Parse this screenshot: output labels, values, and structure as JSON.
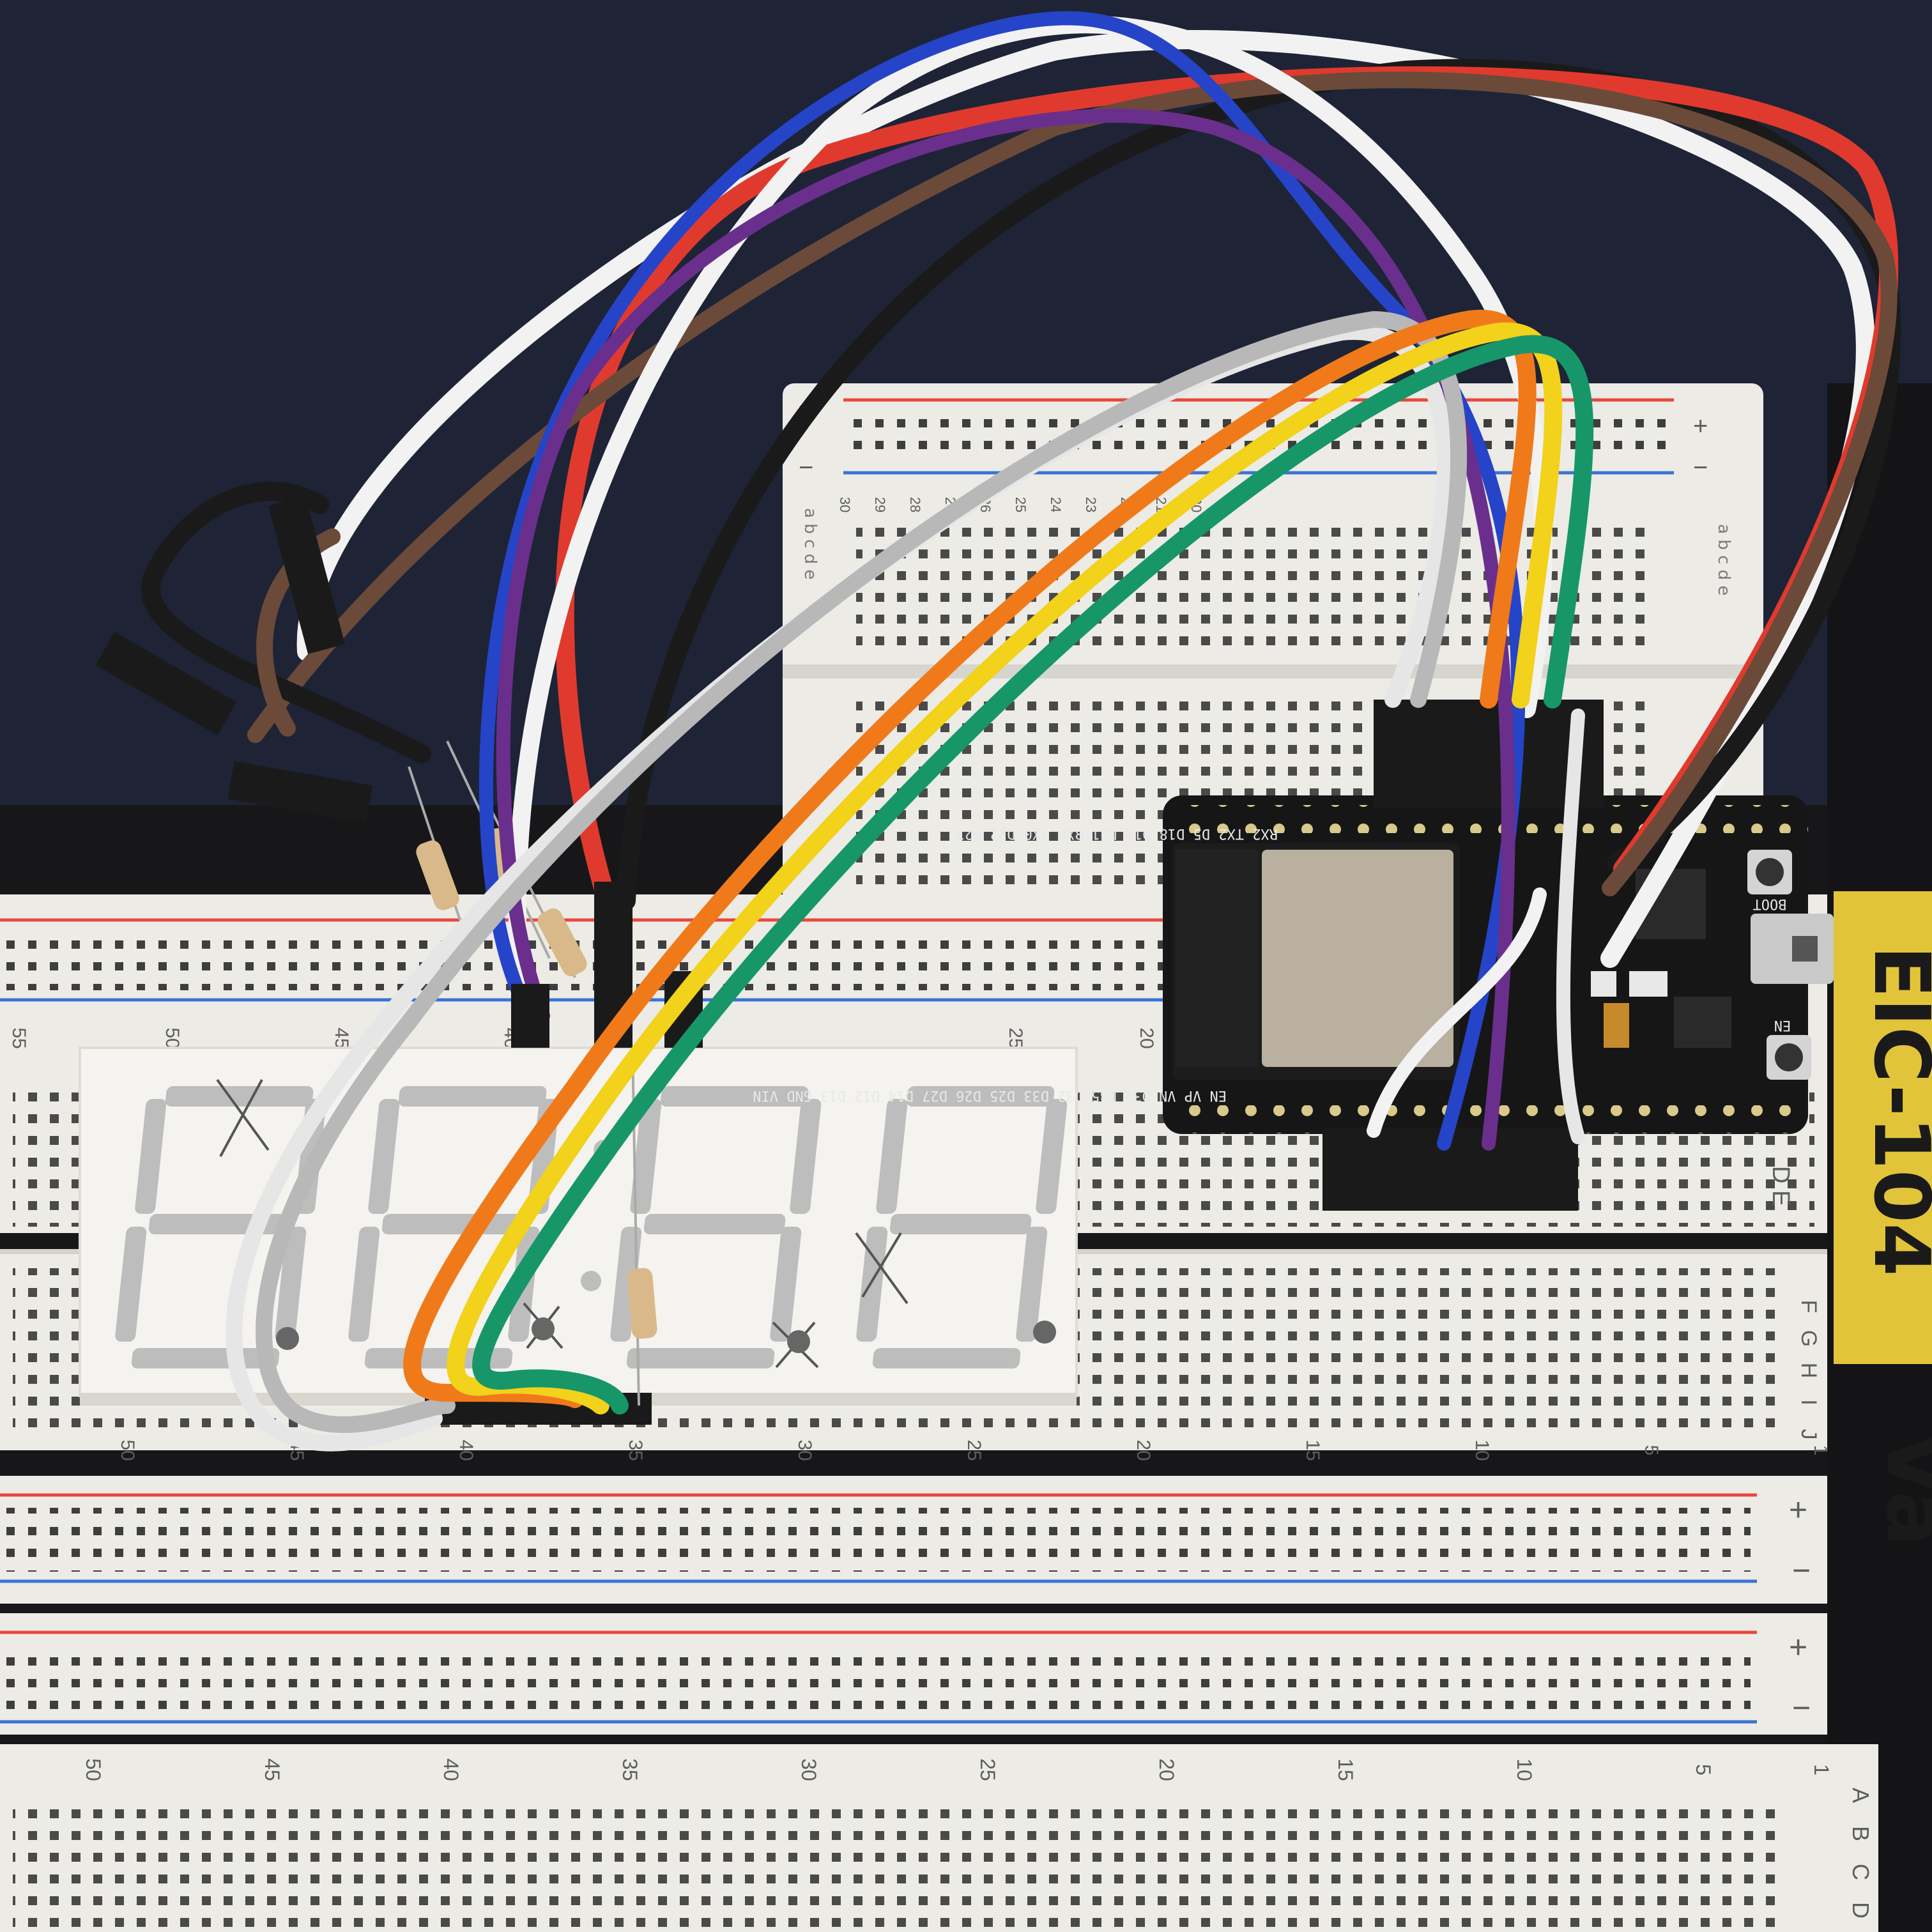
{
  "colors": {
    "background": "#1e2436",
    "baseplate": "#17171a",
    "breadboard": "#ecebe6",
    "rail_red": "#e8483c",
    "rail_blue": "#3a73d6",
    "display_face": "#f4f3ef",
    "display_segment": "#bdbdbd",
    "esp32_board": "#161616",
    "esp32_module": "#b9b0a0",
    "sticker": "#e2c43a",
    "wire_white": "#f2f2f2",
    "wire_red": "#e03a2e",
    "wire_black": "#1a1a1a",
    "wire_brown": "#6b4a3a",
    "wire_blue": "#2544c8",
    "wire_purple": "#6a2f8c",
    "wire_grey": "#b8b8b8",
    "wire_orange": "#f07a1a",
    "wire_yellow": "#f2d21a",
    "wire_green": "#17966a"
  },
  "main_breadboard": {
    "top_numbers": [
      "55",
      "50",
      "45",
      "40",
      "25",
      "20"
    ],
    "lower_numbers": [
      "50",
      "45",
      "40",
      "35",
      "30",
      "25",
      "20",
      "15",
      "10",
      "5",
      "1"
    ],
    "bottom_numbers": [
      "50",
      "45",
      "40",
      "35",
      "30",
      "25",
      "20",
      "15",
      "10",
      "5",
      "1"
    ],
    "row_letters_fghij": [
      "F",
      "G",
      "H",
      "I",
      "J"
    ],
    "row_letter_de": "D E",
    "row_letters_abcd": [
      "A",
      "B",
      "C",
      "D"
    ],
    "rail_plus": "+",
    "rail_minus": "−"
  },
  "mini_breadboard": {
    "numbers": [
      "30",
      "29",
      "28",
      "27",
      "26",
      "25",
      "24",
      "23",
      "22",
      "21",
      "20"
    ],
    "letters_top": "a b c d e",
    "letters_right": "a b c d e",
    "plus": "+",
    "minus": "−"
  },
  "display": {
    "digits": 4,
    "colon": true
  },
  "esp32": {
    "top_pins": "RX2 TX2 D5 D18 D19 D21 RX0 TX0 D22 D23",
    "bottom_pins": "EN VP VN D34 D35 D32 D33 D25 D26 D27 D14 D12 D13 GND VIN",
    "boot_label": "BOOT",
    "en_label": "EN"
  },
  "sticker": {
    "text": "EIC-104"
  },
  "baseplate_partial_text": "Va"
}
